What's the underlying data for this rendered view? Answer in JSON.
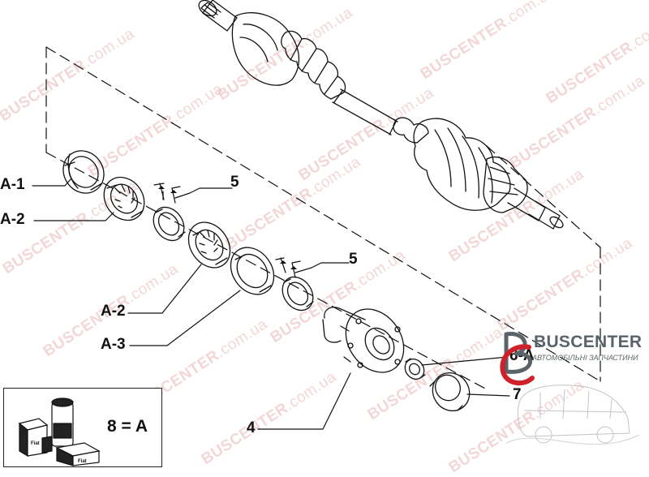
{
  "watermark": {
    "brand": "BUSCENTER",
    "suffix": ".com.ua"
  },
  "labels": {
    "a1": "A-1",
    "a2_left": "A-2",
    "a2_mid": "A-2",
    "a3": "A-3",
    "five_upper": "5",
    "five_lower": "5",
    "six_a": "6-A",
    "seven": "7",
    "four": "4"
  },
  "kit": {
    "equation": "8 = A",
    "box_text": "Fiat"
  },
  "logo": {
    "name": "BUSCENTER",
    "subtitle": "АВТОМОБІЛЬНІ ЗАПЧАСТИНИ"
  },
  "colors": {
    "line": "#111111",
    "watermark": "#d77878",
    "logo_red": "#d0202a",
    "logo_gray": "#5a6468"
  }
}
